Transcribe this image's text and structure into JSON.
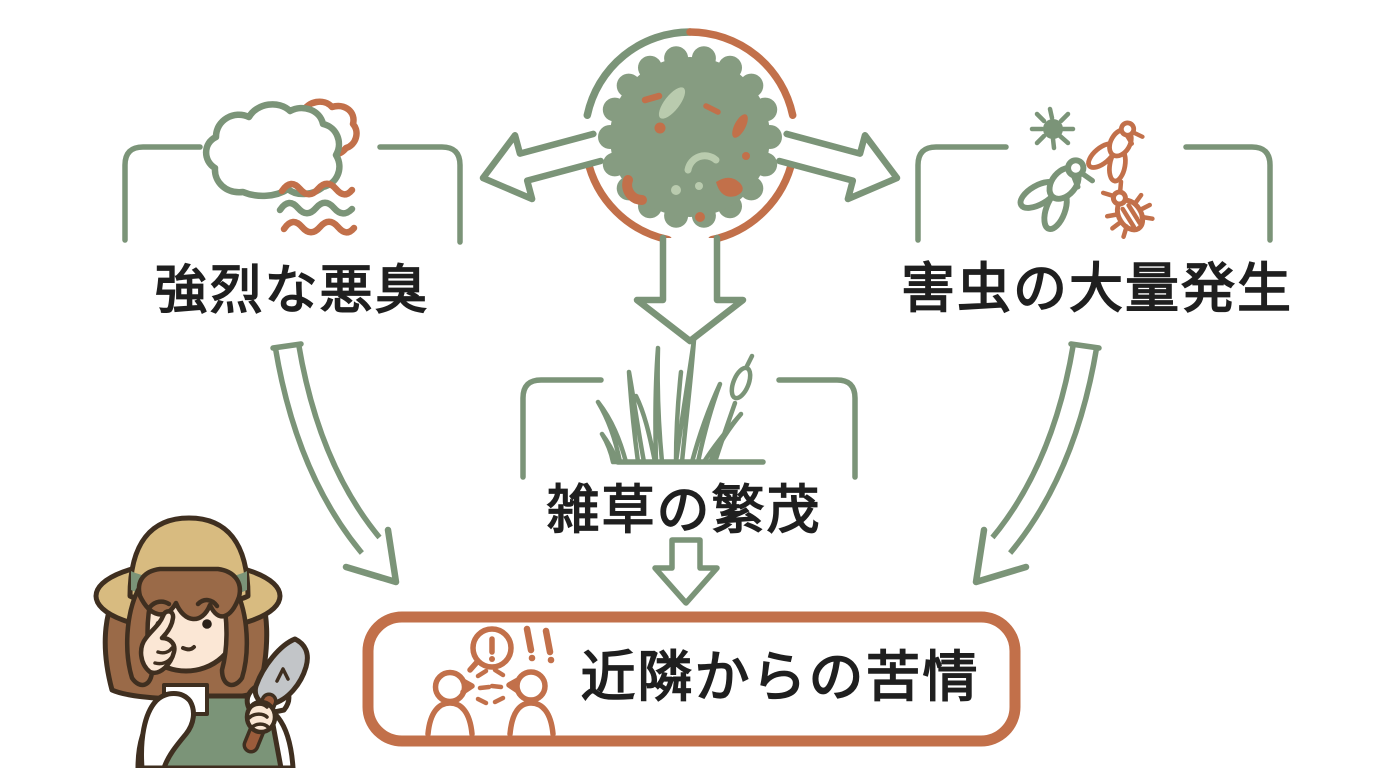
{
  "diagram": {
    "source": {
      "icon": "compost-pile-icon"
    },
    "causes": [
      {
        "id": "odor",
        "label": "強烈な悪臭",
        "icon": "odor-cloud-icon"
      },
      {
        "id": "pests",
        "label": "害虫の大量発生",
        "icon": "pests-flies-icon"
      },
      {
        "id": "weeds",
        "label": "雑草の繁茂",
        "icon": "weeds-grass-icon"
      }
    ],
    "result": {
      "label": "近隣からの苦情",
      "icon": "arguing-neighbors-icon"
    },
    "figure": {
      "icon": "gardener-pinching-nose-illustration"
    }
  },
  "colors": {
    "green": "#7b9478",
    "orange": "#c2704a",
    "ink": "#1f1f1f",
    "compost_fill": "#869c81",
    "compost_light": "#b9cbae",
    "outline": "#3f2f20",
    "skin": "#fbe7d5",
    "hair": "#9a6a48",
    "hat": "#d8bb80",
    "blade": "#c2c5c8",
    "handle": "#9b5c3b"
  }
}
